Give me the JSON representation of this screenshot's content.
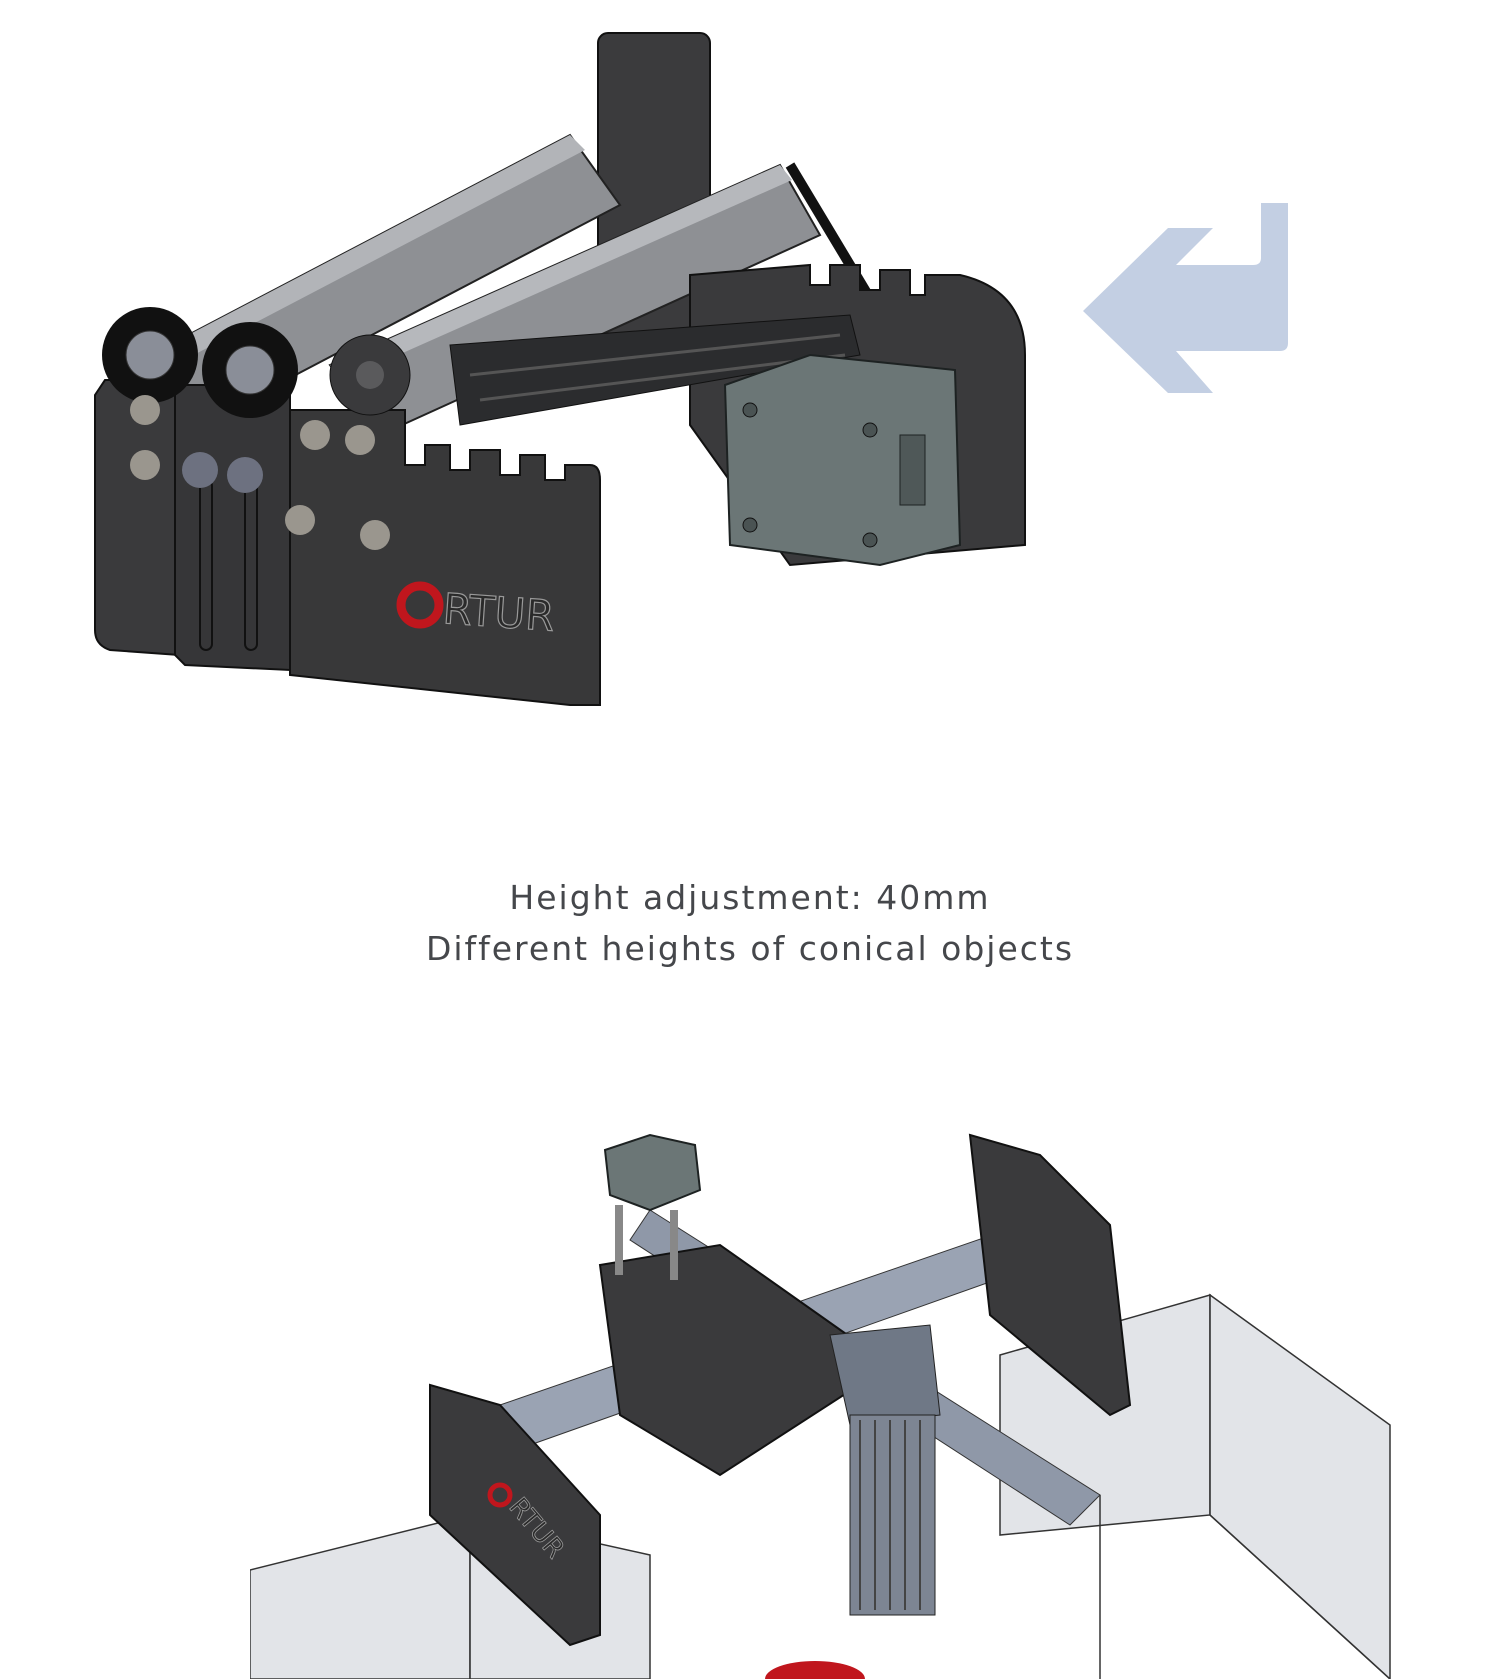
{
  "caption": {
    "line1": "Height adjustment: 40mm",
    "line2": "Different heights of conical objects"
  },
  "images": {
    "rotary_roller": {
      "logo_text": "ORTUR"
    },
    "engraver_on_boxes": {
      "logo_text": "ORTUR"
    }
  },
  "icons": {
    "arrow": "return-arrow-icon"
  },
  "colors": {
    "arrow": "#c3cfe3",
    "frame": "#3a3a3c",
    "roller": "#8d8f93",
    "motor": "#6b7676",
    "logo_red": "#c0161d",
    "text": "#45474b"
  }
}
